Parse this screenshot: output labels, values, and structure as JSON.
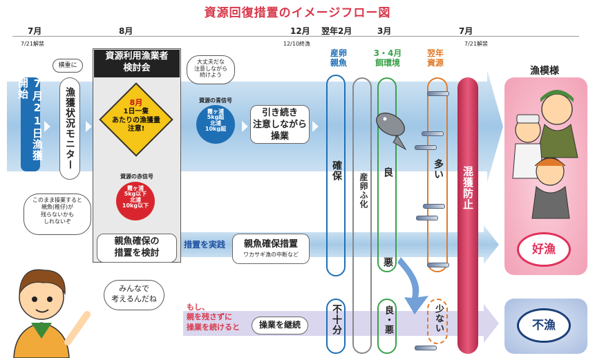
{
  "title": "資源回復措置のイメージフロー図",
  "timeline": {
    "months": [
      {
        "id": "jul",
        "label": "7月"
      },
      {
        "id": "aug",
        "label": "8月"
      },
      {
        "id": "dec",
        "label": "12月"
      },
      {
        "id": "feb",
        "label": "翌年2月"
      },
      {
        "id": "mar",
        "label": "3月"
      },
      {
        "id": "jul2",
        "label": "7月"
      }
    ],
    "notes": {
      "open": "7/21解禁",
      "close": "12/10終漁",
      "open_next": "7/21解禁"
    }
  },
  "columns": {
    "spawning": "産卵\n親魚",
    "environment": "3・4月\n餌環境",
    "next_year": "翌年\n資源",
    "catch_state": "漁模様"
  },
  "flow": {
    "start": "7月\n21日\n漁獲開始",
    "monitor": "漁獲状況モニター",
    "monitor_note": "横重に",
    "council": "資源利用漁業者\n検討会",
    "caution_diamond": {
      "month": "8月",
      "text": "1日一隻\nあたりの漁獲量\n注意!"
    },
    "blue_signal_caption": "資源の青信号",
    "blue_signal": "霞ヶ浦\n5kg超\n北浦\n10kg超",
    "ok_note": "大丈夫だな\n注意しながら\n続けよう",
    "continue_box": "引き続き\n注意しながら\n操業",
    "red_signal_caption": "資源の赤信号",
    "red_signal": "霞ヶ浦\n5kg以下\n北浦\n10kg以下",
    "worry_note": "このまま操業すると\n親魚(稚仔)が\n残らないかも\nしれないぞ",
    "consider_box": "親魚確保の\n措置を検討",
    "implement_label": "措置を実践",
    "measure_box": "親魚確保措置",
    "measure_sub": "ワカサギ漁の中断など",
    "warning_label": "もし、\n親を残さずに\n操業を続けると",
    "keep_fishing_box": "操業を継続",
    "kid_bubble": "みんなで\n考えるんだね"
  },
  "outcomes": {
    "secured": "確保",
    "insufficient": "不十分",
    "hatch": "産卵ふ化",
    "good": "良",
    "bad": "悪",
    "good_bad": "良・悪",
    "many": "多い",
    "few": "少ない",
    "bycatch": "混獲防止",
    "good_catch": "好漁",
    "poor_catch": "不漁"
  },
  "colors": {
    "title": "#d8384a",
    "band": "#9ec3e0",
    "band_dark": "#6d9fcc",
    "blue_pill": "#1f6fb5",
    "green_pill": "#3aa14a",
    "orange_pill": "#e07a2a",
    "red_bar": "#d63a5c",
    "good_catch": "#e0305a",
    "poor_catch": "#1b3f7a"
  }
}
